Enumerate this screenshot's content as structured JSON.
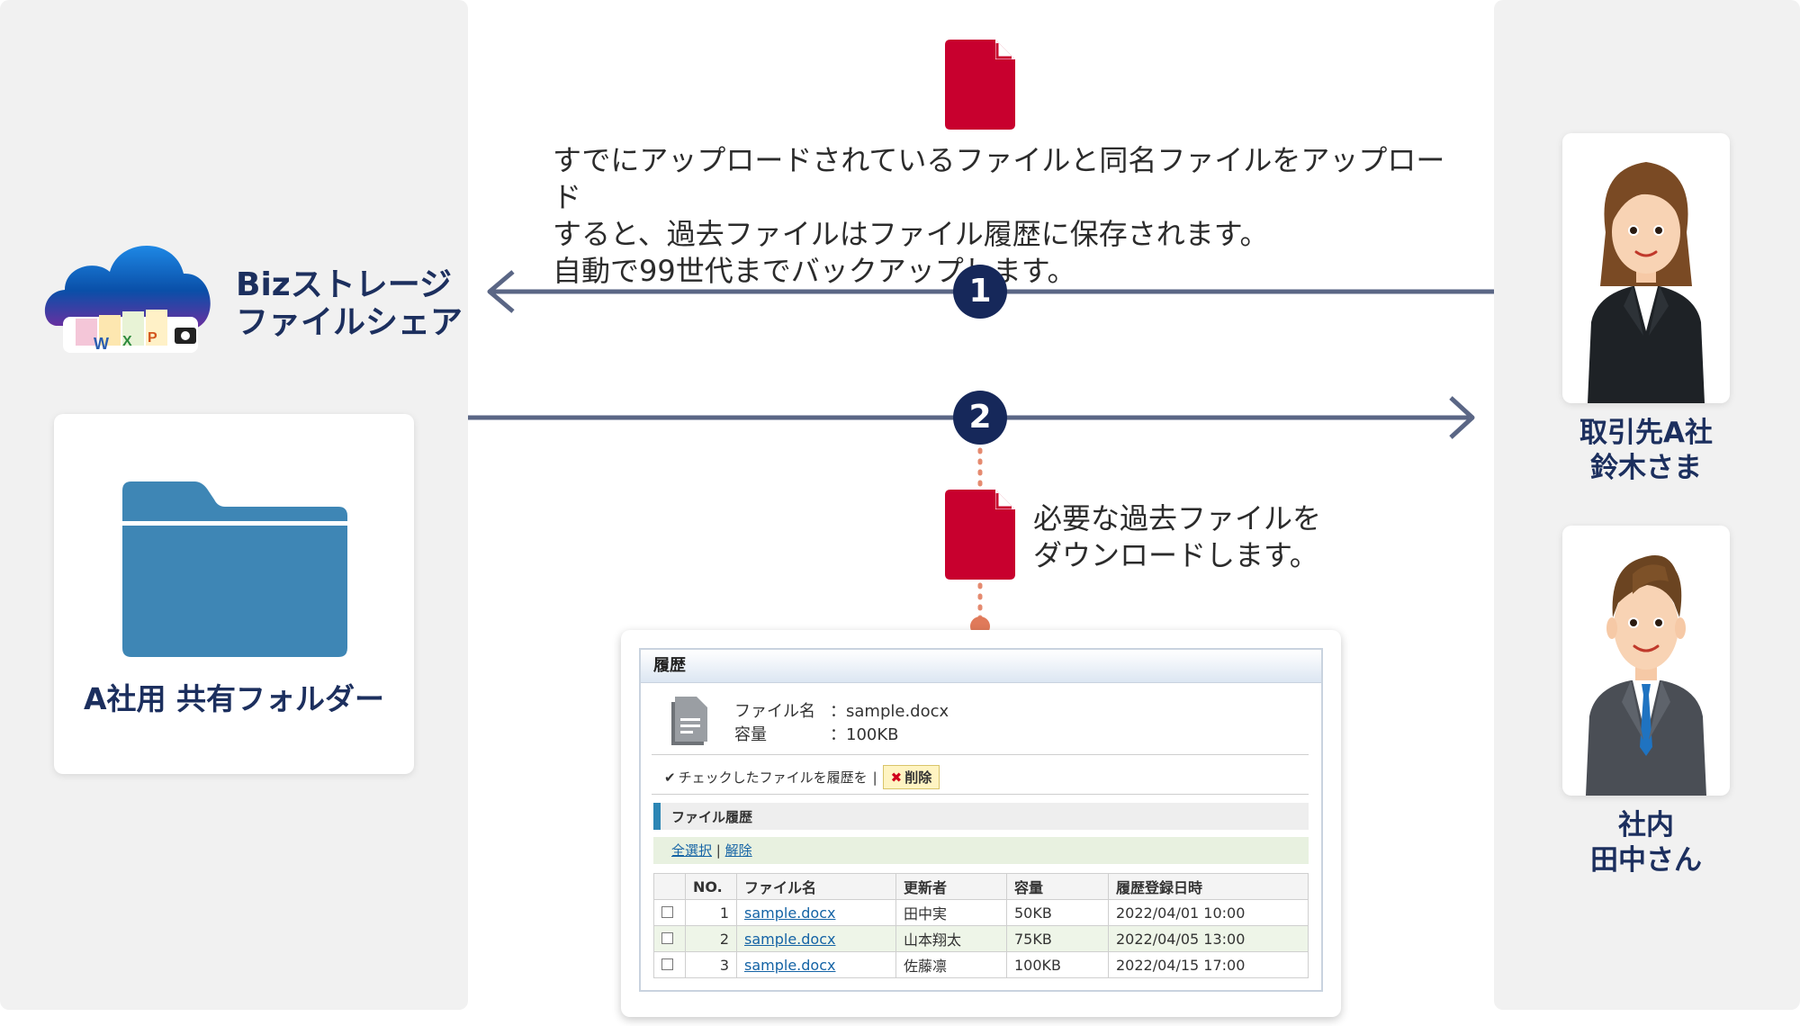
{
  "colors": {
    "navy": "#16285a",
    "arrow": "#5a6685",
    "doc_red": "#c8002e",
    "folder_blue": "#3e86b5",
    "panel_gray": "#f1f1f1"
  },
  "brand": {
    "line1": "Bizストレージ",
    "line2": "ファイルシェア",
    "cloud_icons": [
      "W",
      "X",
      "P"
    ]
  },
  "folder": {
    "label": "A社用 共有フォルダー"
  },
  "step1": {
    "number": "1",
    "text_lines": [
      "すでにアップロードされているファイルと同名ファイルをアップロード",
      "すると、過去ファイルはファイル履歴に保存されます。",
      "自動で99世代までバックアップします。"
    ]
  },
  "step2": {
    "number": "2",
    "text_lines": [
      "必要な過去ファイルを",
      "ダウンロードします。"
    ]
  },
  "persons": [
    {
      "line1": "取引先A社",
      "line2": "鈴木さま"
    },
    {
      "line1": "社内",
      "line2": "田中さん"
    }
  ],
  "history": {
    "title": "履歴",
    "file_name_label": "ファイル名",
    "file_name_value": "：sample.docx",
    "size_label": "容量",
    "size_value": "：100KB",
    "checked_action": "チェックしたファイルを履歴を",
    "delete_label": "削除",
    "section_title": "ファイル履歴",
    "select_all": "全選択",
    "deselect": "解除",
    "columns": [
      "NO.",
      "ファイル名",
      "更新者",
      "容量",
      "履歴登録日時"
    ],
    "rows": [
      {
        "no": "1",
        "name": "sample.docx",
        "user": "田中実",
        "size": "50KB",
        "date": "2022/04/01 10:00"
      },
      {
        "no": "2",
        "name": "sample.docx",
        "user": "山本翔太",
        "size": "75KB",
        "date": "2022/04/05 13:00"
      },
      {
        "no": "3",
        "name": "sample.docx",
        "user": "佐藤凛",
        "size": "100KB",
        "date": "2022/04/15 17:00"
      }
    ]
  }
}
